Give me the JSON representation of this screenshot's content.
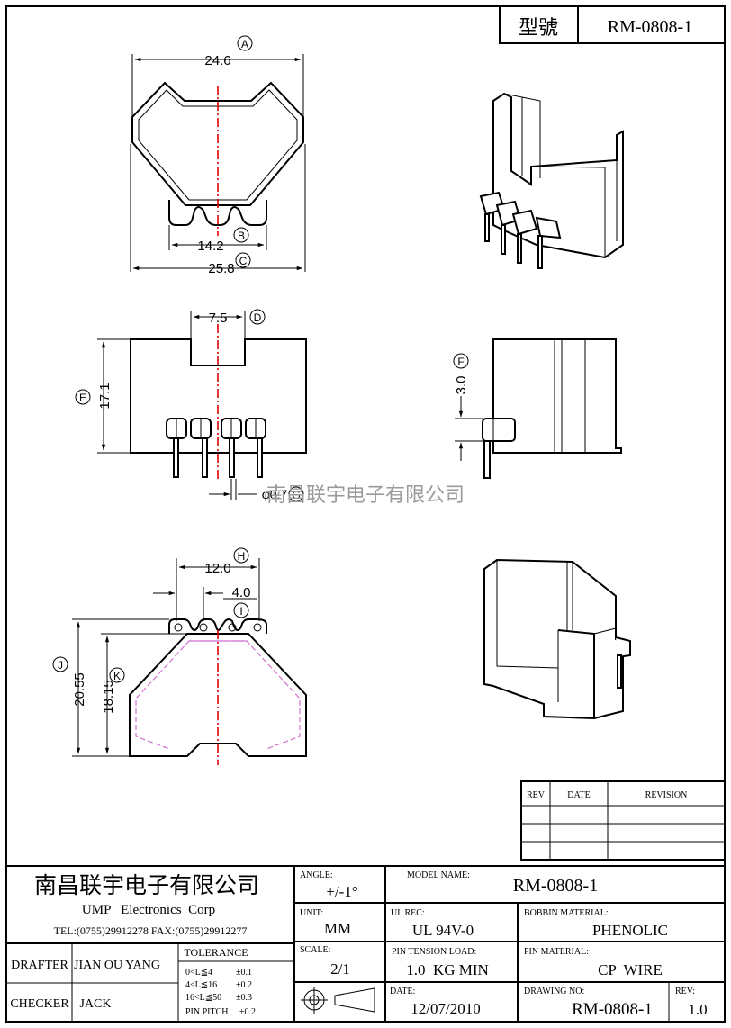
{
  "header": {
    "label": "型號",
    "value": "RM-0808-1"
  },
  "dimensions": {
    "A": {
      "letter": "A",
      "value": "24.6"
    },
    "B": {
      "letter": "B",
      "value": "14.2"
    },
    "C": {
      "letter": "C",
      "value": "25.8"
    },
    "D": {
      "letter": "D",
      "value": "7.5"
    },
    "E": {
      "letter": "E",
      "value": "17.1"
    },
    "F": {
      "letter": "F",
      "value": "3.0"
    },
    "G": {
      "letter": "G",
      "value": "φ0.7"
    },
    "H": {
      "letter": "H",
      "value": "12.0"
    },
    "I": {
      "letter": "I",
      "value": "4.0"
    },
    "J": {
      "letter": "J",
      "value": "20.55"
    },
    "K": {
      "letter": "K",
      "value": "18.15"
    }
  },
  "watermark": "南昌联宇电子有限公司",
  "revision_table": {
    "headers": [
      "REV",
      "DATE",
      "REVISION"
    ]
  },
  "title_block": {
    "company_cn": "南昌联宇电子有限公司",
    "company_en": "UMP   Electronics  Corp",
    "contact": "TEL:(0755)29912278 FAX:(0755)29912277",
    "angle": {
      "label": "ANGLE:",
      "value": "+/-1°"
    },
    "model": {
      "label": "MODEL NAME:",
      "value": "RM-0808-1"
    },
    "unit": {
      "label": "UNIT:",
      "value": "MM"
    },
    "ul": {
      "label": "UL REC:",
      "value": "UL 94V-0"
    },
    "bobbin": {
      "label": "BOBBIN MATERIAL:",
      "value": "PHENOLIC"
    },
    "scale": {
      "label": "SCALE:",
      "value": "2/1"
    },
    "tension": {
      "label": "PIN TENSION LOAD:",
      "value": "1.0  KG MIN"
    },
    "pin_material": {
      "label": "PIN MATERIAL:",
      "value": "CP  WIRE"
    },
    "date": {
      "label": "DATE:",
      "value": "12/07/2010"
    },
    "drawing": {
      "label": "DRAWING NO:",
      "value": "RM-0808-1"
    },
    "rev": {
      "label": "REV:",
      "value": "1.0"
    },
    "drafter": {
      "label": "DRAFTER",
      "value": "JIAN OU YANG"
    },
    "checker": {
      "label": "CHECKER",
      "value": "JACK"
    },
    "tolerance": {
      "title": "TOLERANCE",
      "rows": [
        {
          "range": "0<L≦4",
          "tol": "±0.1"
        },
        {
          "range": "4<L≦16",
          "tol": "±0.2"
        },
        {
          "range": "16<L≦50",
          "tol": "±0.3"
        },
        {
          "range": "PIN PITCH",
          "tol": "±0.2"
        }
      ]
    }
  }
}
